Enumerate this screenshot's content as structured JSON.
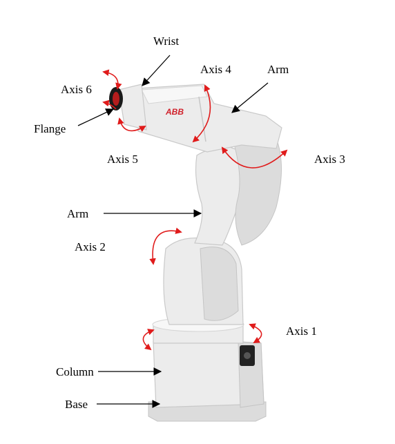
{
  "labels": {
    "wrist": "Wrist",
    "axis4": "Axis 4",
    "arm_upper": "Arm",
    "axis6": "Axis 6",
    "flange": "Flange",
    "axis5": "Axis 5",
    "axis3": "Axis 3",
    "arm_lower": "Arm",
    "axis2": "Axis 2",
    "axis1": "Axis 1",
    "column": "Column",
    "base": "Base"
  },
  "logo_text": "ABB",
  "colors": {
    "rotation_arrow": "#e01b1b",
    "robot_body": "#ececec",
    "logo": "#d0202a"
  }
}
